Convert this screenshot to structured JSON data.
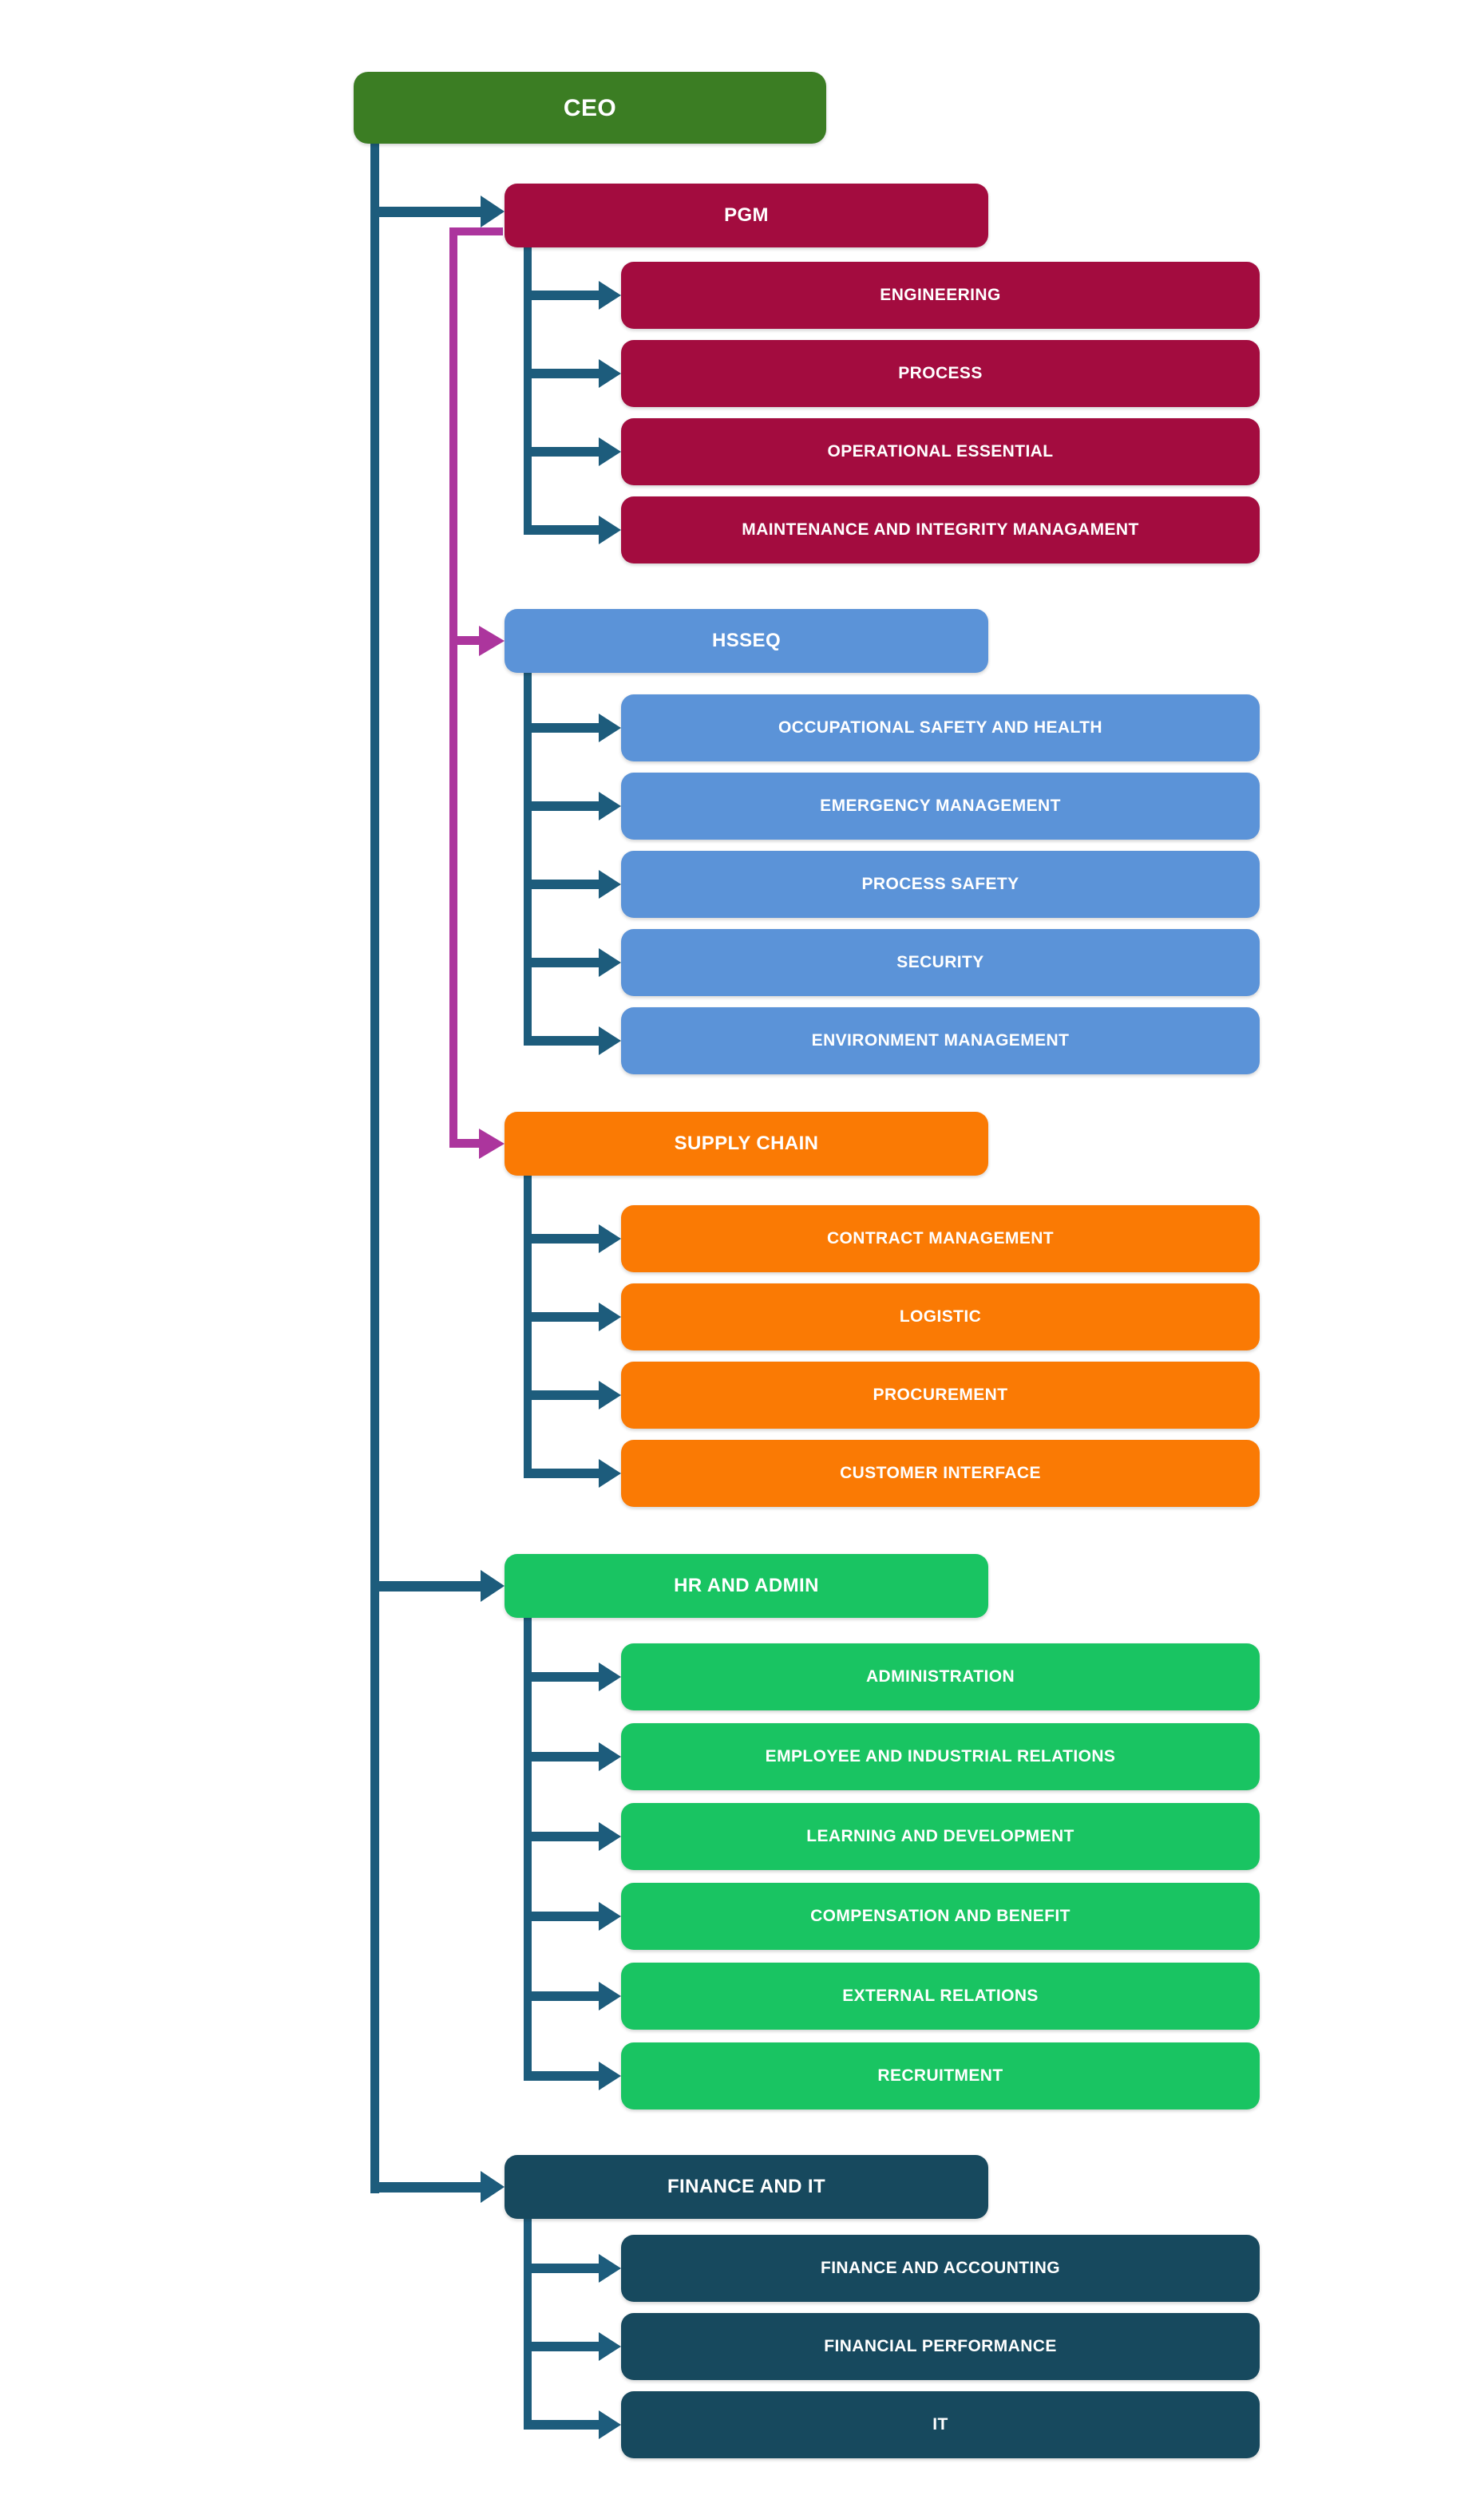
{
  "diagram": {
    "type": "org-chart",
    "root": {
      "label": "CEO",
      "color": "#3B7D23"
    },
    "groups": [
      {
        "label": "PGM",
        "color": "#A30C3F",
        "children": [
          "ENGINEERING",
          "PROCESS",
          "OPERATIONAL ESSENTIAL",
          "MAINTENANCE AND INTEGRITY MANAGAMENT"
        ]
      },
      {
        "label": "HSSEQ",
        "color": "#5B93D8",
        "children": [
          "OCCUPATIONAL SAFETY AND HEALTH",
          "EMERGENCY MANAGEMENT",
          "PROCESS SAFETY",
          "SECURITY",
          "ENVIRONMENT MANAGEMENT"
        ]
      },
      {
        "label": "SUPPLY CHAIN",
        "color": "#FA7A04",
        "children": [
          "CONTRACT MANAGEMENT",
          "LOGISTIC",
          "PROCUREMENT",
          "CUSTOMER INTERFACE"
        ]
      },
      {
        "label": "HR AND ADMIN",
        "color": "#19C462",
        "children": [
          "ADMINISTRATION",
          "EMPLOYEE AND INDUSTRIAL RELATIONS",
          "LEARNING AND DEVELOPMENT",
          "COMPENSATION AND BENEFIT",
          "EXTERNAL RELATIONS",
          "RECRUITMENT"
        ]
      },
      {
        "label": "FINANCE AND IT",
        "color": "#17495E",
        "children": [
          "FINANCE AND ACCOUNTING",
          "FINANCIAL PERFORMANCE",
          "IT"
        ]
      }
    ],
    "connector_colors": {
      "primary": "#1D5C7C",
      "secondary": "#AC359D"
    }
  }
}
